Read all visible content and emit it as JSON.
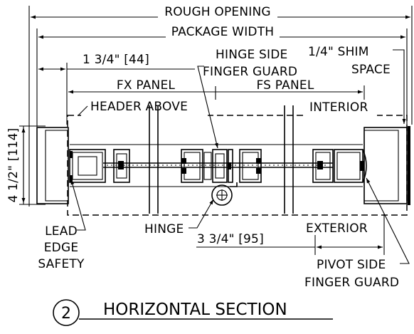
{
  "drawing": {
    "dimensions": {
      "rough_opening": "ROUGH OPENING",
      "package_width": "PACKAGE WIDTH",
      "left_offset": "1 3/4\" [44]",
      "fx_panel": "FX PANEL",
      "fs_panel": "FS PANEL",
      "frame_depth": "4 1/2\" [114]",
      "pivot_offset": "3 3/4\" [95]"
    },
    "labels": {
      "header_above": "HEADER ABOVE",
      "interior": "INTERIOR",
      "exterior": "EXTERIOR",
      "hinge_side_line1": "HINGE SIDE",
      "hinge_side_line2": "FINGER GUARD",
      "shim_line1": "1/4\" SHIM",
      "shim_line2": "SPACE",
      "lead_edge_line1": "LEAD",
      "lead_edge_line2": "EDGE",
      "lead_edge_line3": "SAFETY",
      "hinge": "HINGE",
      "pivot_side_line1": "PIVOT SIDE",
      "pivot_side_line2": "FINGER GUARD"
    },
    "title": {
      "number": "2",
      "text": "HORIZONTAL SECTION"
    }
  }
}
